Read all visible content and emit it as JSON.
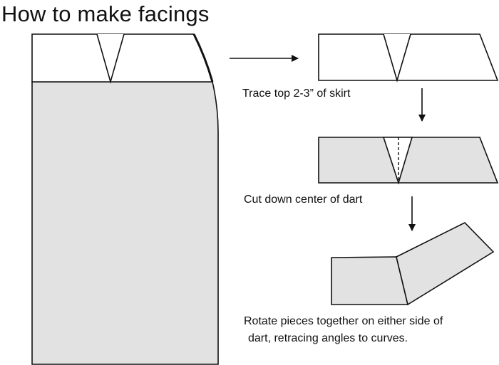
{
  "title": "How to make facings",
  "steps": [
    {
      "caption": "Trace top 2-3” of skirt"
    },
    {
      "caption": "Cut down center of dart"
    },
    {
      "caption_line1": "Rotate pieces together on either side of",
      "caption_line2": "dart, retracing angles to curves."
    }
  ],
  "colors": {
    "line": "#111111",
    "fill": "#e2e2e2",
    "background": "#ffffff"
  }
}
